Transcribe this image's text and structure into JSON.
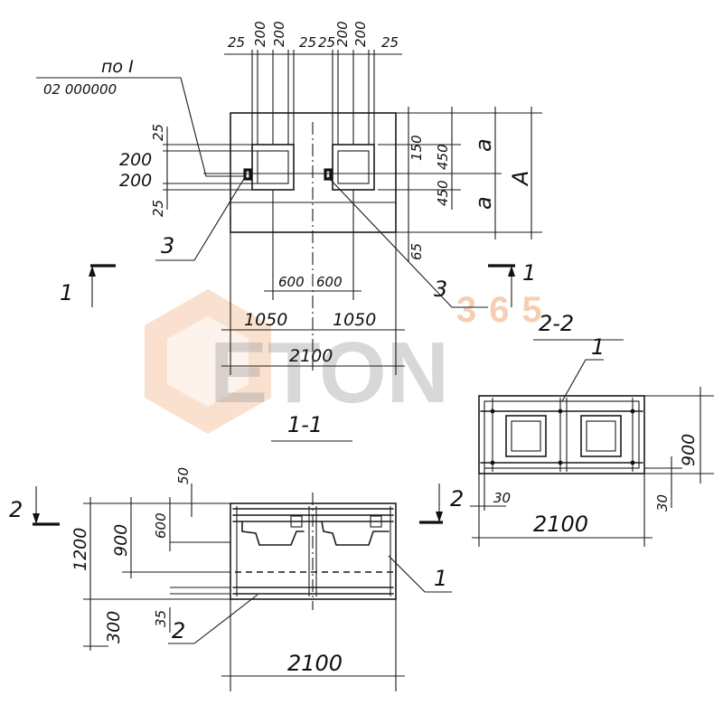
{
  "watermark": {
    "word": "ETON",
    "number": "365",
    "color_main": "#9a9a9a",
    "color_accent": "#f2b48c"
  },
  "plan": {
    "ref_note": "по I",
    "ref_code": "02 000000",
    "top_dims": [
      "25",
      "200",
      "200",
      "25",
      "25",
      "200",
      "200",
      "25"
    ],
    "left_dims": [
      "25",
      "200",
      "200",
      "25"
    ],
    "right_dims": [
      "150",
      "450",
      "450",
      "65"
    ],
    "right_letters": [
      "a",
      "a",
      "A"
    ],
    "bottom_dims": [
      "600",
      "600",
      "1050",
      "1050",
      "2100"
    ],
    "callouts": [
      "3",
      "3"
    ],
    "section_mark": "1",
    "section_mark_right": "1"
  },
  "section_1_1": {
    "title": "1-1",
    "mark": "2",
    "left_dims": [
      "1200",
      "900",
      "300"
    ],
    "inner_dims": [
      "50",
      "600",
      "35"
    ],
    "bottom_dim": "2100",
    "callouts": [
      "1",
      "2"
    ]
  },
  "section_2_2": {
    "title": "2-2",
    "mark": "2",
    "callout": "1",
    "right_dims": [
      "900",
      "30"
    ],
    "left_dim": "30",
    "bottom_dim": "2100"
  }
}
